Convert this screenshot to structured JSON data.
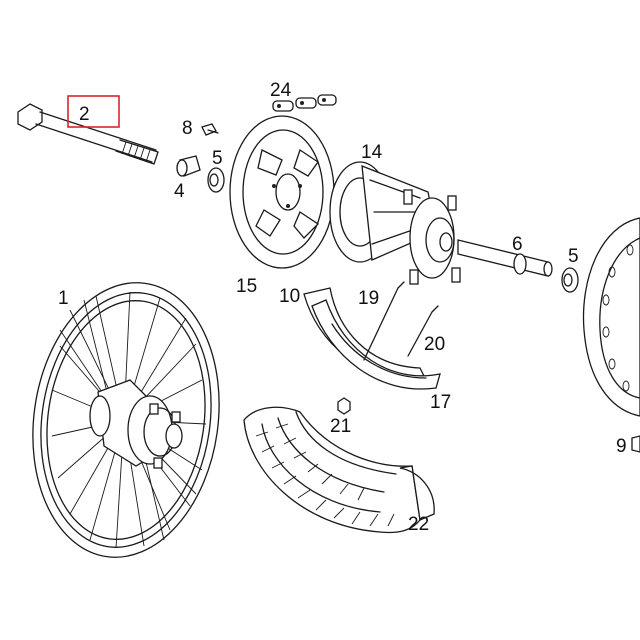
{
  "diagram": {
    "highlight_color": "#d9262c",
    "highlighted_label": "2",
    "callouts": [
      {
        "id": "1",
        "part": "rear-wheel-rim"
      },
      {
        "id": "2",
        "part": "axle-bolt"
      },
      {
        "id": "4",
        "part": "spacer"
      },
      {
        "id": "5",
        "part": "bearing"
      },
      {
        "id": "5b",
        "text": "5",
        "part": "bearing-right"
      },
      {
        "id": "6",
        "part": "hub-axle"
      },
      {
        "id": "8",
        "part": "sprocket-bolt"
      },
      {
        "id": "9",
        "part": "disc-bolt"
      },
      {
        "id": "10",
        "part": "rim-band"
      },
      {
        "id": "14",
        "part": "hub"
      },
      {
        "id": "15",
        "part": "sprocket"
      },
      {
        "id": "17",
        "part": "tube"
      },
      {
        "id": "19",
        "part": "spoke"
      },
      {
        "id": "20",
        "part": "spoke-nipple"
      },
      {
        "id": "21",
        "part": "valve-nut"
      },
      {
        "id": "22",
        "part": "tyre"
      },
      {
        "id": "24",
        "part": "chain-link"
      }
    ]
  }
}
